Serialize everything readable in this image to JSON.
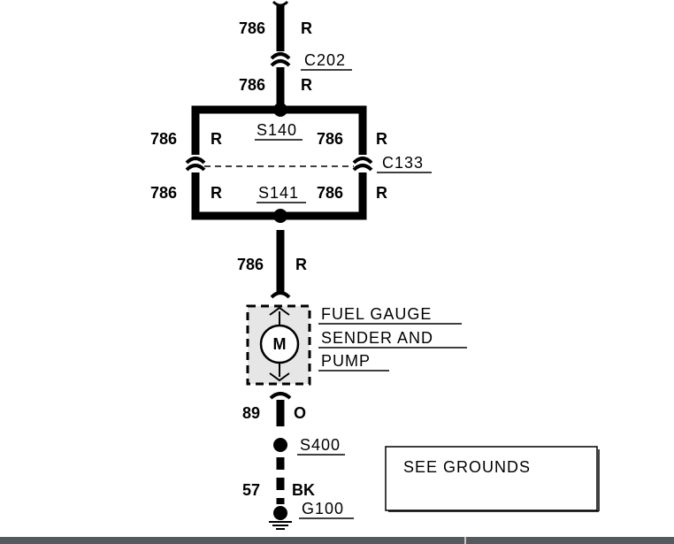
{
  "wires": {
    "top_upper": {
      "number": "786",
      "color": "R"
    },
    "top_lower": {
      "number": "786",
      "color": "R"
    },
    "left_upper": {
      "number": "786",
      "color": "R"
    },
    "right_upper": {
      "number": "786",
      "color": "R"
    },
    "left_lower": {
      "number": "786",
      "color": "R"
    },
    "right_lower": {
      "number": "786",
      "color": "R"
    },
    "to_sender": {
      "number": "786",
      "color": "R"
    },
    "sender_out": {
      "number": "89",
      "color": "O"
    },
    "ground": {
      "number": "57",
      "color": "BK"
    }
  },
  "connectors": {
    "c202": "C202",
    "c133": "C133"
  },
  "splices": {
    "s140": "S140",
    "s141": "S141",
    "s400": "S400"
  },
  "ground_point": "G100",
  "component": {
    "name_lines": [
      "FUEL GAUGE",
      "SENDER AND",
      "PUMP"
    ],
    "motor_symbol": "M"
  },
  "see_grounds_box": "SEE GROUNDS"
}
